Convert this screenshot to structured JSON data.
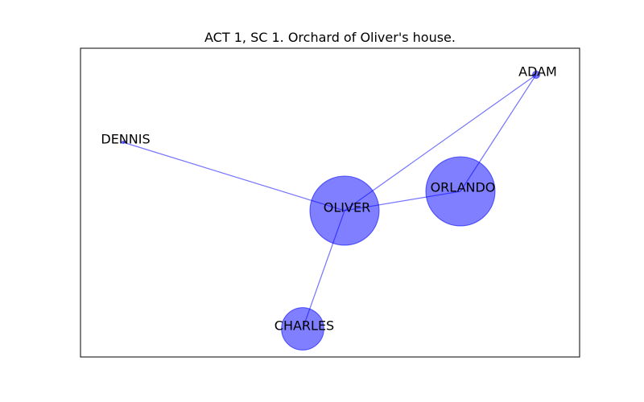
{
  "title": "ACT 1, SC 1. Orchard of Oliver's house.",
  "colors": {
    "node": "#0000ff",
    "edge": "#0000ff",
    "frame": "#000000",
    "background": "#ffffff"
  },
  "graph": {
    "nodes": [
      {
        "id": "adam",
        "label": "ADAM",
        "weight": 1
      },
      {
        "id": "dennis",
        "label": "DENNIS",
        "weight": 0
      },
      {
        "id": "oliver",
        "label": "OLIVER",
        "weight": 8
      },
      {
        "id": "orlando",
        "label": "ORLANDO",
        "weight": 8
      },
      {
        "id": "charles",
        "label": "CHARLES",
        "weight": 3
      }
    ],
    "edges": [
      {
        "source": "dennis",
        "target": "oliver"
      },
      {
        "source": "oliver",
        "target": "adam"
      },
      {
        "source": "oliver",
        "target": "orlando"
      },
      {
        "source": "orlando",
        "target": "adam"
      },
      {
        "source": "oliver",
        "target": "charles"
      }
    ]
  }
}
